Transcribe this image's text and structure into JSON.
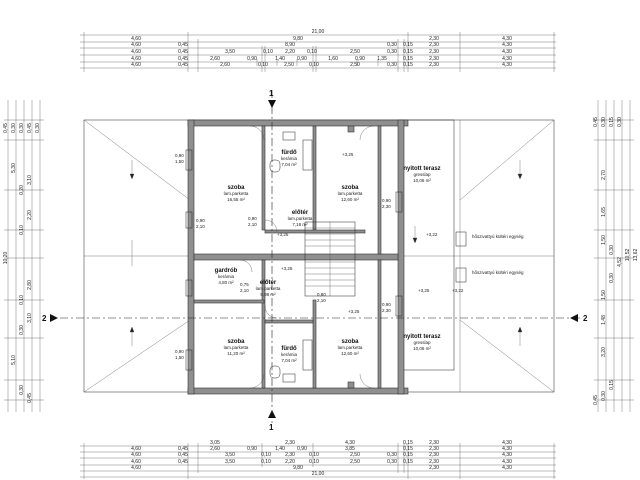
{
  "top_dimensions": {
    "row1": [
      "21,00"
    ],
    "row2": [
      "4,60",
      "9,80",
      "2,30",
      "4,30"
    ],
    "row3": [
      "4,60",
      "0,45",
      "8,90",
      "0,30",
      "0,15",
      "2,30",
      "4,30"
    ],
    "row4": [
      "4,60",
      "0,45",
      "3,50",
      "0,10",
      "2,20",
      "0,10",
      "2,50",
      "0,30",
      "0,15",
      "2,30",
      "4,30"
    ],
    "row5": [
      "4,60",
      "0,45",
      "2,60",
      "0,90",
      "1,40",
      "0,90",
      "1,60",
      "0,90",
      "1,35",
      "0,15",
      "2,30",
      "4,30"
    ],
    "row6": [
      "4,60",
      "0,45",
      "2,60",
      "0,10",
      "2,50",
      "0,10",
      "2,50",
      "0,30",
      "0,15",
      "2,30",
      "4,30"
    ]
  },
  "bottom_dimensions": {
    "row1": [
      "3,05",
      "2,30",
      "4,30",
      "0,15",
      "2,30",
      "4,30"
    ],
    "row2": [
      "4,60",
      "0,45",
      "2,60",
      "0,90",
      "1,40",
      "0,90",
      "3,85",
      "0,15",
      "2,30",
      "4,30"
    ],
    "row3": [
      "4,60",
      "0,45",
      "3,50",
      "0,10",
      "2,30",
      "0,10",
      "2,50",
      "0,30",
      "0,15",
      "2,30",
      "4,30"
    ],
    "row4": [
      "4,60",
      "0,45",
      "3,50",
      "0,10",
      "2,20",
      "0,10",
      "2,50",
      "0,30",
      "0,15",
      "2,30",
      "4,30"
    ],
    "row5": [
      "4,60",
      "9,80",
      "2,30",
      "4,30"
    ],
    "row6": [
      "21,00"
    ]
  },
  "left_dimensions": [
    "0,45",
    "0,30",
    "0,30",
    "0,45",
    "0,30",
    "5,30",
    "0,20",
    "3,10",
    "2,20",
    "0,10",
    "10,20",
    "2,80",
    "0,10",
    "3,10",
    "0,30",
    "5,10",
    "0,30",
    "0,45"
  ],
  "right_dimensions": [
    "0,45",
    "0,30",
    "0,15",
    "0,30",
    "2,70",
    "1,65",
    "1,50",
    "0,30",
    "4,52",
    "0,30",
    "1,50",
    "1,48",
    "3,20",
    "0,15",
    "0,30",
    "0,45",
    "10,52",
    "13,62"
  ],
  "rooms": [
    {
      "name": "fürdő",
      "floor": "kerámia",
      "area": "7,04 m²"
    },
    {
      "name": "szoba",
      "floor": "lam.parketta",
      "area": "16,55 m²"
    },
    {
      "name": "szoba",
      "floor": "lam.parketta",
      "area": "12,60 m²"
    },
    {
      "name": "nyitott terasz",
      "floor": "gresslap",
      "area": "10,06 m²"
    },
    {
      "name": "előtér",
      "floor": "lam.parketta",
      "area": "7,18 m²"
    },
    {
      "name": "gardrób",
      "floor": "kerámia",
      "area": "4,80 m²"
    },
    {
      "name": "előtér",
      "floor": "lam.parketta",
      "area": "5,98 m²"
    },
    {
      "name": "szoba",
      "floor": "lam.parketta",
      "area": "11,20 m²"
    },
    {
      "name": "fürdő",
      "floor": "kerámia",
      "area": "7,04 m²"
    },
    {
      "name": "szoba",
      "floor": "lam.parketta",
      "area": "12,60 m²"
    },
    {
      "name": "nyitott terasz",
      "floor": "gresslap",
      "area": "10,06 m²"
    }
  ],
  "levels": [
    "+3,25",
    "+3,25",
    "+3,25",
    "+3,25",
    "+3,25",
    "+3,22",
    "+3,22"
  ],
  "openings": [
    "0,90",
    "1,50",
    "0,90",
    "2,10",
    "0,90",
    "2,10",
    "0,90",
    "2,30",
    "0,75",
    "2,10",
    "0,80",
    "2,10",
    "0,90",
    "1,50",
    "0,90",
    "2,30"
  ],
  "annotations": [
    "hőszivattyú kültéri egység",
    "hőszivattyú kültéri egység"
  ],
  "section_marks": [
    "2",
    "2"
  ],
  "axis_marks": [
    "1",
    "1"
  ]
}
